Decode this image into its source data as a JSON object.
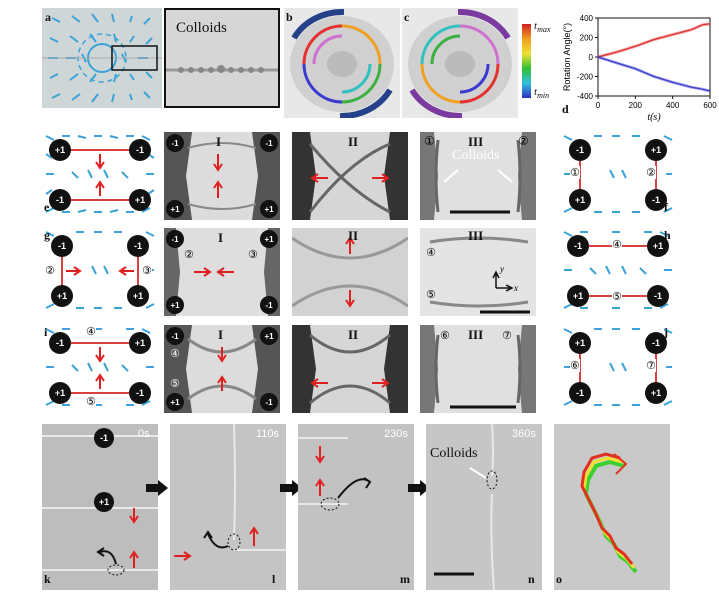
{
  "row1": {
    "panel_a": {
      "label": "a",
      "caption": "Colloids"
    },
    "panel_b": {
      "label": "b"
    },
    "panel_c": {
      "label": "c"
    },
    "colorbar": {
      "top": "t",
      "top_sub": "max",
      "bottom": "t",
      "bottom_sub": "min"
    },
    "panel_d": {
      "label": "d"
    }
  },
  "chart_data": {
    "type": "line",
    "ylabel": "Rotation Angle(°)",
    "xlabel": "t(s)",
    "xlim": [
      0,
      600
    ],
    "ylim": [
      -400,
      400
    ],
    "x_ticks": [
      0,
      200,
      400,
      600
    ],
    "y_ticks": [
      -400,
      -200,
      0,
      200,
      400
    ],
    "series": [
      {
        "color": "#e03030",
        "x": [
          0,
          100,
          200,
          300,
          400,
          500,
          560,
          600
        ],
        "values": [
          0,
          50,
          110,
          180,
          230,
          280,
          330,
          340
        ]
      },
      {
        "color": "#3a3ad0",
        "x": [
          0,
          100,
          200,
          300,
          400,
          500,
          560,
          600
        ],
        "values": [
          0,
          -60,
          -120,
          -200,
          -260,
          -310,
          -330,
          -350
        ]
      }
    ]
  },
  "row2": {
    "panel_e": {
      "label": "e",
      "defects": [
        "+1",
        "-1",
        "-1",
        "+1"
      ]
    },
    "micro_I": {
      "roman": "I",
      "defects": [
        "-1",
        "-1",
        "+1",
        "+1"
      ]
    },
    "micro_II": {
      "roman": "II"
    },
    "micro_III": {
      "roman": "III",
      "caption": "Colloids",
      "markers": [
        "①",
        "②"
      ]
    },
    "panel_f": {
      "label": "f",
      "defects": [
        "-1",
        "+1",
        "+1",
        "-1"
      ],
      "markers": [
        "①",
        "②"
      ]
    }
  },
  "row3": {
    "panel_g": {
      "label": "g",
      "defects": [
        "-1",
        "+1",
        "-1",
        "+1"
      ],
      "markers": [
        "②",
        "③"
      ]
    },
    "micro_I": {
      "roman": "I",
      "defects": [
        "-1",
        "+1",
        "+1",
        "-1"
      ],
      "markers": [
        "②",
        "③"
      ]
    },
    "micro_II": {
      "roman": "II"
    },
    "micro_III": {
      "roman": "III",
      "markers": [
        "④",
        "⑤"
      ],
      "axis_y": "y",
      "axis_x": "x"
    },
    "panel_h": {
      "label": "h",
      "defects": [
        "-1",
        "+1",
        "+1",
        "-1"
      ],
      "markers": [
        "④",
        "⑤"
      ]
    }
  },
  "row4": {
    "panel_i": {
      "label": "i",
      "defects": [
        "-1",
        "+1",
        "+1",
        "-1"
      ],
      "markers": [
        "④",
        "⑤"
      ]
    },
    "micro_I": {
      "roman": "I",
      "defects": [
        "-1",
        "+1",
        "+1",
        "-1"
      ],
      "markers": [
        "④",
        "⑤"
      ]
    },
    "micro_II": {
      "roman": "II"
    },
    "micro_III": {
      "roman": "III",
      "markers": [
        "⑥",
        "⑦"
      ]
    },
    "panel_j": {
      "label": "j",
      "defects": [
        "+1",
        "-1",
        "-1",
        "+1"
      ],
      "markers": [
        "⑥",
        "⑦"
      ]
    }
  },
  "row5": {
    "panel_k": {
      "label": "k",
      "time": "0s",
      "defects": [
        "-1",
        "+1"
      ]
    },
    "panel_l": {
      "label": "l",
      "time": "110s"
    },
    "panel_m": {
      "label": "m",
      "time": "230s"
    },
    "panel_n": {
      "label": "n",
      "time": "360s",
      "caption": "Colloids"
    },
    "panel_o": {
      "label": "o"
    }
  },
  "colors": {
    "director": "#3aa3d8",
    "defect": "#111111",
    "arrow_red": "#e02020",
    "connector_red": "#d94040"
  }
}
